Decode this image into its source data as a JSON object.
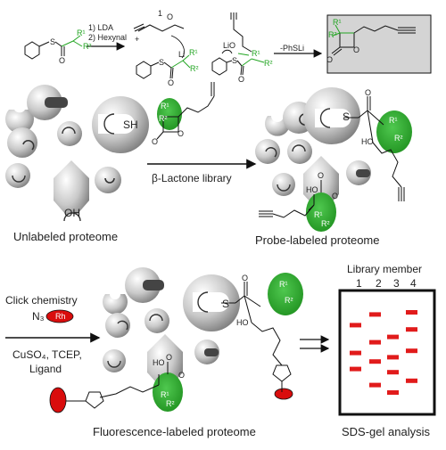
{
  "synthesis": {
    "reagents": [
      "1) LDA",
      "2) Hexynal"
    ],
    "intermediate_number": "1",
    "elimination": "-PhSLi",
    "atoms": {
      "sulfur": "S",
      "oxygen": "O",
      "lithium": "Li",
      "lithium_alkoxide": "LiO",
      "r1": "R¹",
      "r2": "R²",
      "plus": "+"
    }
  },
  "proteome": {
    "sh_label": "SH",
    "oh_label": "OH",
    "ho_label": "HO",
    "s_label": "S",
    "unlabeled": "Unlabeled proteome",
    "probe_labeled": "Probe-labeled proteome",
    "fluorescence_labeled": "Fluorescence-labeled proteome"
  },
  "library_label": "β-Lactone library",
  "click": {
    "title": "Click chemistry",
    "azide": "N₃",
    "rh": "Rh",
    "conditions": [
      "CuSO₄, TCEP,",
      "Ligand"
    ]
  },
  "gel": {
    "header": "Library member",
    "lane_numbers": [
      "1",
      "2",
      "3",
      "4"
    ],
    "caption": "SDS-gel analysis",
    "band_color": "#e11b1b",
    "lanes": [
      [
        0.22,
        0.48,
        0.63
      ],
      [
        0.12,
        0.38,
        0.56,
        0.78
      ],
      [
        0.33,
        0.52,
        0.66,
        0.85
      ],
      [
        0.1,
        0.26,
        0.46,
        0.74
      ]
    ]
  },
  "colors": {
    "green": "#22a522",
    "red": "#d90d0d",
    "gray_box": "#d4d4d4"
  }
}
